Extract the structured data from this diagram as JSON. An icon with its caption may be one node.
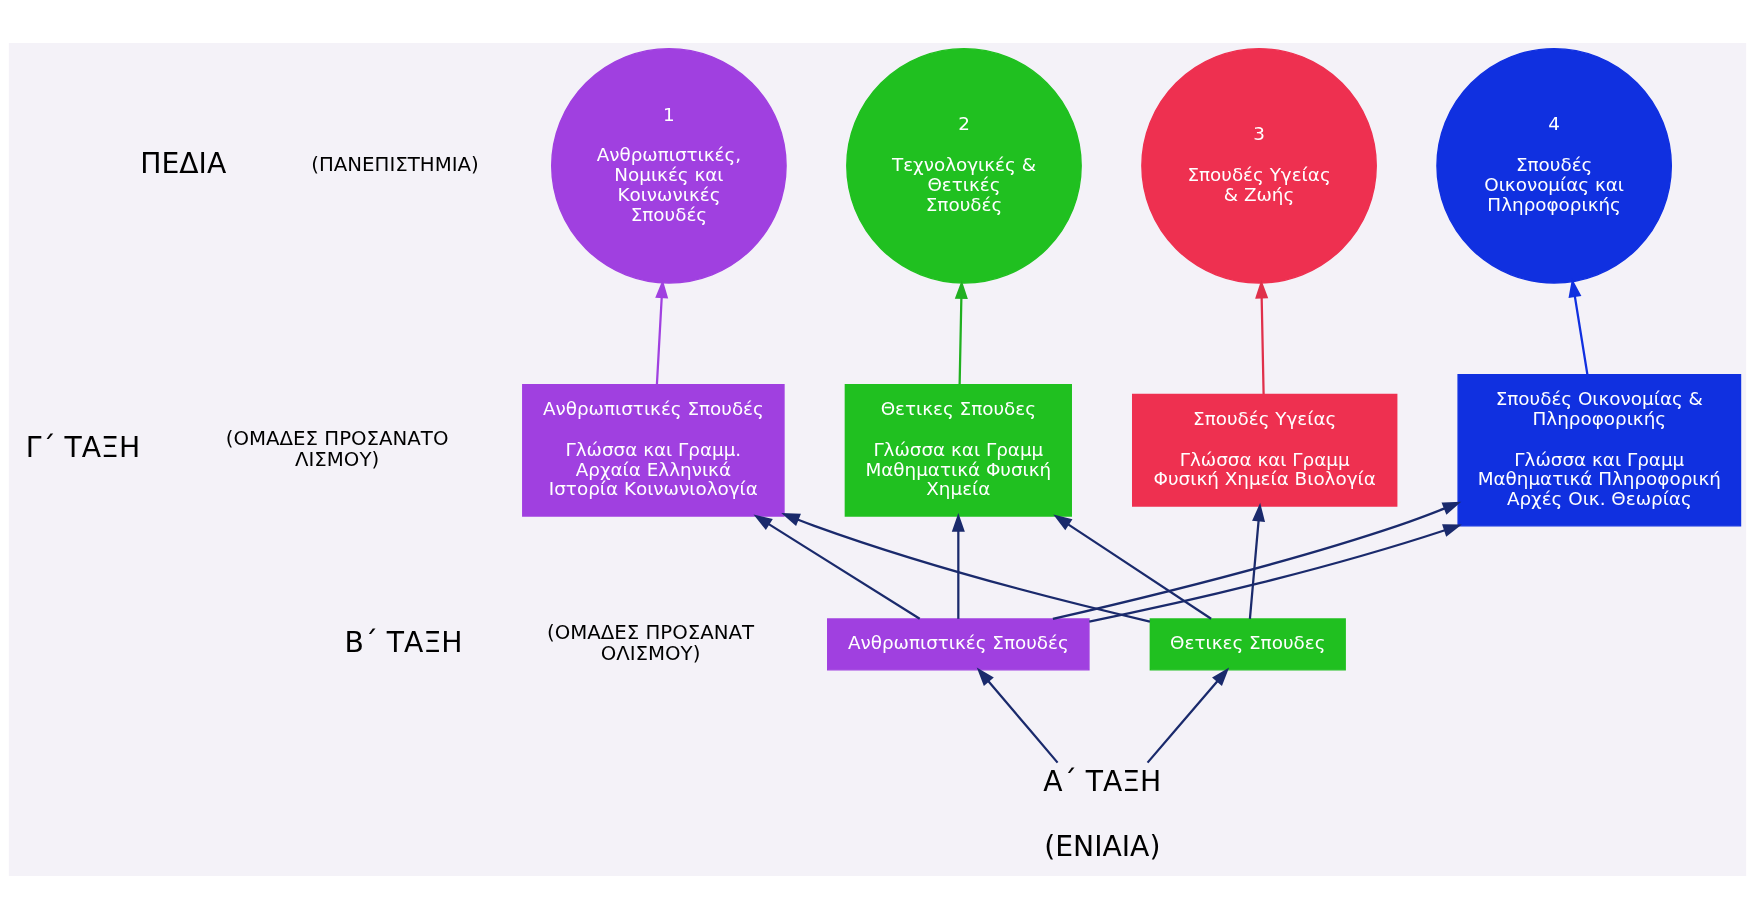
{
  "diagram": {
    "nodes": [
      {
        "text": [
          "1",
          "Ανθρωπιστικές, Νομικές και Κοινωνικές Σπουδές"
        ]
      },
      {
        "text": [
          "2",
          "Τεχνολογικές & Θετικές Σπουδές"
        ]
      },
      {
        "text": [
          "3",
          "Σπουδές Υγείας & Ζωής"
        ]
      },
      {
        "text": [
          "4",
          "Σπουδές Οικονομίας και Πληροφορικής"
        ]
      },
      {
        "text": [
          "Ανθρωπιστικές Σπουδές",
          "Γλώσσα και Γραμμ. Αρχαία Ελληνικά Ιστορία Κοινωνιολογία"
        ]
      },
      {
        "text": [
          "Θετικες Σπουδες",
          "Γλώσσα και Γραμμ Μαθηματικά Φυσική Χημεία"
        ]
      },
      {
        "text": [
          "Σπουδές Υγείας",
          "Γλώσσα και Γραμμ Φυσική Χημεία Βιολογία"
        ]
      },
      {
        "text": [
          "Σπουδές Οικονομίας & Πληροφορικής",
          "Γλώσσα και Γραμμ Μαθηματικά Πληροφορική Αρχές Οικ. Θεωρίας"
        ]
      },
      {
        "text": [
          "Ανθρωπιστικές Σπουδές"
        ]
      },
      {
        "text": [
          "Θετικες Σπουδες"
        ]
      },
      {
        "text": [
          "Α΄ ΤΑΞΗ",
          "(ΕΝΙΑΙΑ)"
        ]
      }
    ],
    "edges": [
      {
        "from": 4,
        "to": 0,
        "arrow": "to",
        "color": "#a040e0"
      },
      {
        "from": 5,
        "to": 1,
        "arrow": "to",
        "color": "#20b020"
      },
      {
        "from": 6,
        "to": 2,
        "arrow": "to",
        "color": "#e0304a"
      },
      {
        "from": 7,
        "to": 3,
        "arrow": "to",
        "color": "#1030e0"
      },
      {
        "from": 8,
        "to": 4,
        "arrow": "to"
      },
      {
        "from": 8,
        "to": 5,
        "arrow": "to"
      },
      {
        "from": 8,
        "to": 7,
        "arrow": "to"
      },
      {
        "from": 8,
        "to": 7,
        "arrow": "to"
      },
      {
        "from": 9,
        "to": 4,
        "arrow": "to"
      },
      {
        "from": 9,
        "to": 5,
        "arrow": "to"
      },
      {
        "from": 9,
        "to": 6,
        "arrow": "to"
      },
      {
        "from": 10,
        "to": 8,
        "arrow": "to"
      },
      {
        "from": 10,
        "to": 9,
        "arrow": "to"
      }
    ],
    "labels": [
      "ΠΕΔΙΑ",
      "(ΠΑΝΕΠΙΣΤΗΜΙΑ)",
      "Γ΄ ΤΑΞΗ",
      "(ΟΜΑΔΕΣ ΠΡΟΣΑΝΑΤΟ ΛΙΣΜΟΥ)",
      "Β΄ ΤΑΞΗ",
      "(ΟΜΑΔΕΣ ΠΡΟΣΑΝΑΤ ΟΛΙΣΜΟΥ)"
    ]
  }
}
